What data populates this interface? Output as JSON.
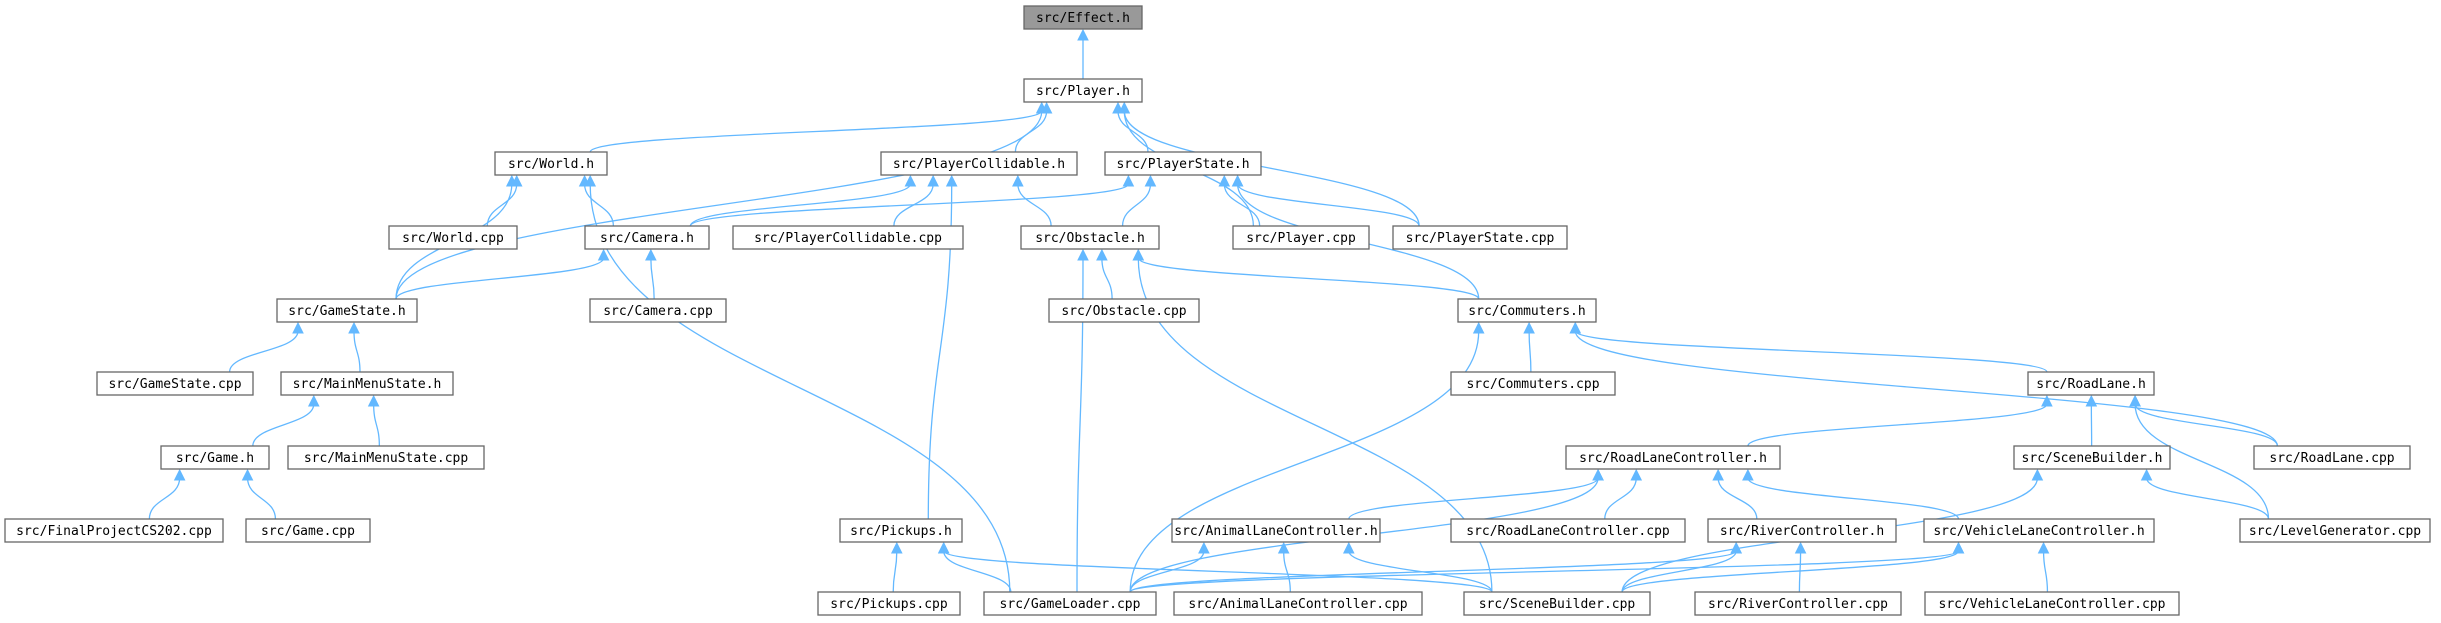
{
  "graph": {
    "colors": {
      "edge": "#63b8ff",
      "node_border": "#666666",
      "node_fill": "#ffffff",
      "root_fill": "#999999"
    },
    "nodes": [
      {
        "id": "effect_h",
        "label": "src/Effect.h",
        "root": true
      },
      {
        "id": "player_h",
        "label": "src/Player.h"
      },
      {
        "id": "world_h",
        "label": "src/World.h"
      },
      {
        "id": "playercollidable_h",
        "label": "src/PlayerCollidable.h"
      },
      {
        "id": "playerstate_h",
        "label": "src/PlayerState.h"
      },
      {
        "id": "world_cpp",
        "label": "src/World.cpp"
      },
      {
        "id": "camera_h",
        "label": "src/Camera.h"
      },
      {
        "id": "playercollidable_cpp",
        "label": "src/PlayerCollidable.cpp"
      },
      {
        "id": "obstacle_h",
        "label": "src/Obstacle.h"
      },
      {
        "id": "player_cpp",
        "label": "src/Player.cpp"
      },
      {
        "id": "playerstate_cpp",
        "label": "src/PlayerState.cpp"
      },
      {
        "id": "gamestate_h",
        "label": "src/GameState.h"
      },
      {
        "id": "camera_cpp",
        "label": "src/Camera.cpp"
      },
      {
        "id": "obstacle_cpp",
        "label": "src/Obstacle.cpp"
      },
      {
        "id": "commuters_h",
        "label": "src/Commuters.h"
      },
      {
        "id": "gamestate_cpp",
        "label": "src/GameState.cpp"
      },
      {
        "id": "mainmenustate_h",
        "label": "src/MainMenuState.h"
      },
      {
        "id": "commuters_cpp",
        "label": "src/Commuters.cpp"
      },
      {
        "id": "roadlane_h",
        "label": "src/RoadLane.h"
      },
      {
        "id": "game_h",
        "label": "src/Game.h"
      },
      {
        "id": "mainmenustate_cpp",
        "label": "src/MainMenuState.cpp"
      },
      {
        "id": "roadlanecontroller_h",
        "label": "src/RoadLaneController.h"
      },
      {
        "id": "scenebuilder_h",
        "label": "src/SceneBuilder.h"
      },
      {
        "id": "roadlane_cpp",
        "label": "src/RoadLane.cpp"
      },
      {
        "id": "finalproject_cpp",
        "label": "src/FinalProjectCS202.cpp"
      },
      {
        "id": "game_cpp",
        "label": "src/Game.cpp"
      },
      {
        "id": "pickups_h",
        "label": "src/Pickups.h"
      },
      {
        "id": "animallanecontroller_h",
        "label": "src/AnimalLaneController.h"
      },
      {
        "id": "roadlanecontroller_cpp",
        "label": "src/RoadLaneController.cpp"
      },
      {
        "id": "rivercontroller_h",
        "label": "src/RiverController.h"
      },
      {
        "id": "vehiclelanecontroller_h",
        "label": "src/VehicleLaneController.h"
      },
      {
        "id": "levelgenerator_cpp",
        "label": "src/LevelGenerator.cpp"
      },
      {
        "id": "pickups_cpp",
        "label": "src/Pickups.cpp"
      },
      {
        "id": "gameloader_cpp",
        "label": "src/GameLoader.cpp"
      },
      {
        "id": "animallanecontroller_cpp",
        "label": "src/AnimalLaneController.cpp"
      },
      {
        "id": "scenebuilder_cpp",
        "label": "src/SceneBuilder.cpp"
      },
      {
        "id": "rivercontroller_cpp",
        "label": "src/RiverController.cpp"
      },
      {
        "id": "vehiclelanecontroller_cpp",
        "label": "src/VehicleLaneController.cpp"
      }
    ],
    "edges": [
      [
        "player_h",
        "effect_h"
      ],
      [
        "world_h",
        "player_h"
      ],
      [
        "playercollidable_h",
        "player_h"
      ],
      [
        "playerstate_h",
        "player_h"
      ],
      [
        "player_cpp",
        "player_h"
      ],
      [
        "playerstate_cpp",
        "player_h"
      ],
      [
        "gamestate_h",
        "player_h"
      ],
      [
        "world_cpp",
        "world_h"
      ],
      [
        "camera_h",
        "world_h"
      ],
      [
        "gamestate_h",
        "world_h"
      ],
      [
        "gameloader_cpp",
        "world_h"
      ],
      [
        "camera_h",
        "playercollidable_h"
      ],
      [
        "playercollidable_cpp",
        "playercollidable_h"
      ],
      [
        "obstacle_h",
        "playercollidable_h"
      ],
      [
        "pickups_h",
        "playercollidable_h"
      ],
      [
        "camera_h",
        "playerstate_h"
      ],
      [
        "obstacle_h",
        "playerstate_h"
      ],
      [
        "player_cpp",
        "playerstate_h"
      ],
      [
        "playerstate_cpp",
        "playerstate_h"
      ],
      [
        "commuters_h",
        "playerstate_h"
      ],
      [
        "gamestate_h",
        "camera_h"
      ],
      [
        "camera_cpp",
        "camera_h"
      ],
      [
        "obstacle_cpp",
        "obstacle_h"
      ],
      [
        "commuters_h",
        "obstacle_h"
      ],
      [
        "gameloader_cpp",
        "obstacle_h"
      ],
      [
        "scenebuilder_cpp",
        "obstacle_h"
      ],
      [
        "gamestate_cpp",
        "gamestate_h"
      ],
      [
        "mainmenustate_h",
        "gamestate_h"
      ],
      [
        "mainmenustate_cpp",
        "mainmenustate_h"
      ],
      [
        "game_h",
        "mainmenustate_h"
      ],
      [
        "finalproject_cpp",
        "game_h"
      ],
      [
        "game_cpp",
        "game_h"
      ],
      [
        "commuters_cpp",
        "commuters_h"
      ],
      [
        "roadlane_h",
        "commuters_h"
      ],
      [
        "roadlane_cpp",
        "commuters_h"
      ],
      [
        "gameloader_cpp",
        "commuters_h"
      ],
      [
        "roadlanecontroller_h",
        "roadlane_h"
      ],
      [
        "scenebuilder_h",
        "roadlane_h"
      ],
      [
        "roadlane_cpp",
        "roadlane_h"
      ],
      [
        "levelgenerator_cpp",
        "roadlane_h"
      ],
      [
        "animallanecontroller_h",
        "roadlanecontroller_h"
      ],
      [
        "roadlanecontroller_cpp",
        "roadlanecontroller_h"
      ],
      [
        "rivercontroller_h",
        "roadlanecontroller_h"
      ],
      [
        "vehiclelanecontroller_h",
        "roadlanecontroller_h"
      ],
      [
        "gameloader_cpp",
        "roadlanecontroller_h"
      ],
      [
        "levelgenerator_cpp",
        "scenebuilder_h"
      ],
      [
        "scenebuilder_cpp",
        "scenebuilder_h"
      ],
      [
        "pickups_cpp",
        "pickups_h"
      ],
      [
        "gameloader_cpp",
        "pickups_h"
      ],
      [
        "scenebuilder_cpp",
        "pickups_h"
      ],
      [
        "gameloader_cpp",
        "animallanecontroller_h"
      ],
      [
        "animallanecontroller_cpp",
        "animallanecontroller_h"
      ],
      [
        "scenebuilder_cpp",
        "animallanecontroller_h"
      ],
      [
        "gameloader_cpp",
        "rivercontroller_h"
      ],
      [
        "scenebuilder_cpp",
        "rivercontroller_h"
      ],
      [
        "rivercontroller_cpp",
        "rivercontroller_h"
      ],
      [
        "gameloader_cpp",
        "vehiclelanecontroller_h"
      ],
      [
        "scenebuilder_cpp",
        "vehiclelanecontroller_h"
      ],
      [
        "vehiclelanecontroller_cpp",
        "vehiclelanecontroller_h"
      ]
    ]
  }
}
